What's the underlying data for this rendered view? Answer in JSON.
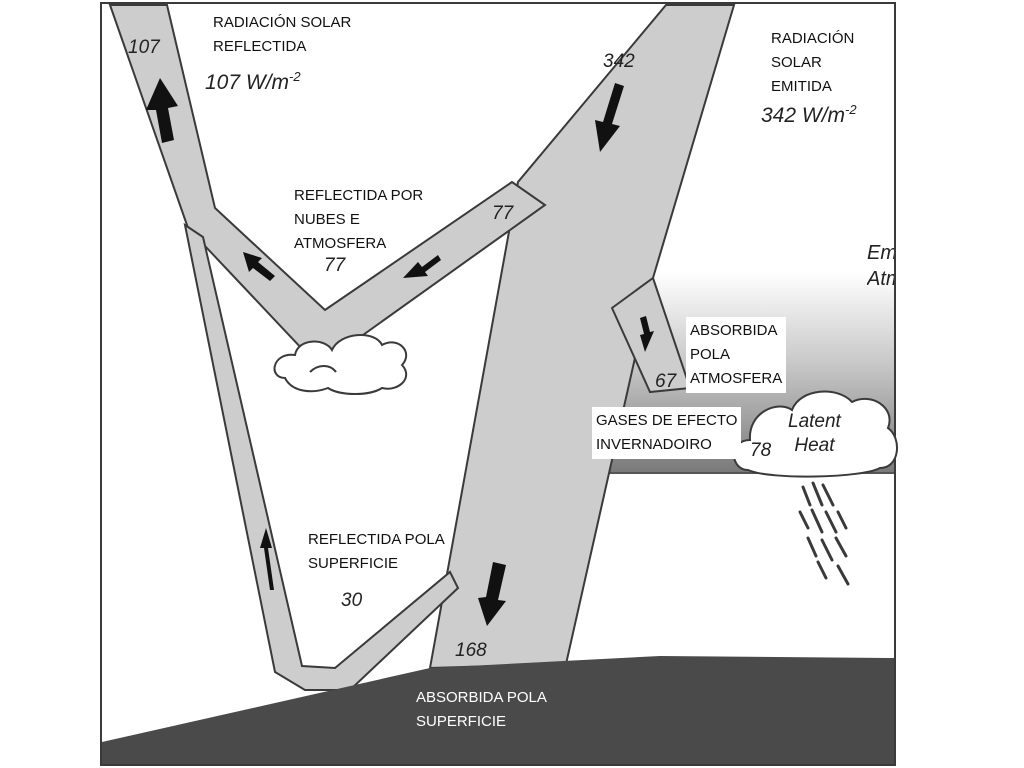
{
  "diagram": {
    "reflected_solar": {
      "lines": [
        "RADIACIÓN SOLAR",
        "REFLECTIDA"
      ],
      "value": "107 W/m",
      "exp": "-2",
      "band_value": "107"
    },
    "incoming_solar": {
      "lines": [
        "RADIACIÓN",
        "SOLAR",
        "EMITIDA"
      ],
      "value": "342 W/m",
      "exp": "-2",
      "band_value": "342"
    },
    "clouds_reflection": {
      "lines": [
        "REFLECTIDA POR",
        "NUBES E",
        "ATMOSFERA"
      ],
      "value_left": "77",
      "value_right": "77"
    },
    "absorbed_atmosphere": {
      "lines": [
        "ABSORBIDA",
        "POLA",
        "ATMOSFERA"
      ],
      "value": "67"
    },
    "greenhouse": {
      "lines": [
        "GASES DE EFECTO",
        "INVERNADOIRO"
      ]
    },
    "latent_heat": {
      "lines": [
        "Latent",
        "Heat"
      ],
      "value": "78"
    },
    "surface_reflection": {
      "lines": [
        "REFLECTIDA POLA",
        "SUPERFICIE"
      ],
      "value": "30"
    },
    "absorbed_surface": {
      "lines": [
        "ABSORBIDA POLA",
        "SUPERFICIE"
      ],
      "value": "168"
    },
    "cut_off": {
      "line1": "Em",
      "line2": "Atm"
    }
  },
  "colors": {
    "band": "#cdcdcd",
    "outline": "#3a3a3a",
    "ground": "#4a4a4a",
    "atmosphere_dark": "#7d7d7d"
  }
}
